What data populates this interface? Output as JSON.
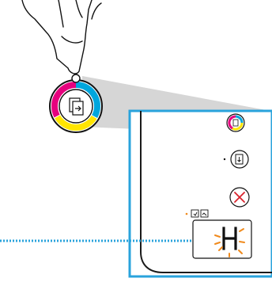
{
  "illustration": {
    "subject": "printer-control-panel-callout",
    "hand_gesture": "pressing-button",
    "zoomed_button_icon": "color-copy-icon",
    "panel_buttons": [
      {
        "name": "color-copy-button",
        "icon": "color-copy-icon"
      },
      {
        "name": "resume-button",
        "icon": "resume-icon"
      },
      {
        "name": "cancel-button",
        "icon": "cancel-x-icon"
      }
    ],
    "status_icons": [
      "paper-error-icon",
      "ink-cartridge-icon"
    ],
    "display": {
      "character": "H",
      "state": "blinking"
    }
  },
  "colors": {
    "callout_frame": "#29a3dc",
    "dotted_leader": "#29a3dc",
    "panel_outline": "#1a1a1a",
    "ring_cyan": "#00a6dd",
    "ring_magenta": "#e6007e",
    "ring_yellow": "#ffe500",
    "cancel_red": "#d9232d",
    "blink_orange": "#f08a1c",
    "status_dot_orange": "#f08a1c",
    "zoom_wedge": "#d5d5d5"
  }
}
